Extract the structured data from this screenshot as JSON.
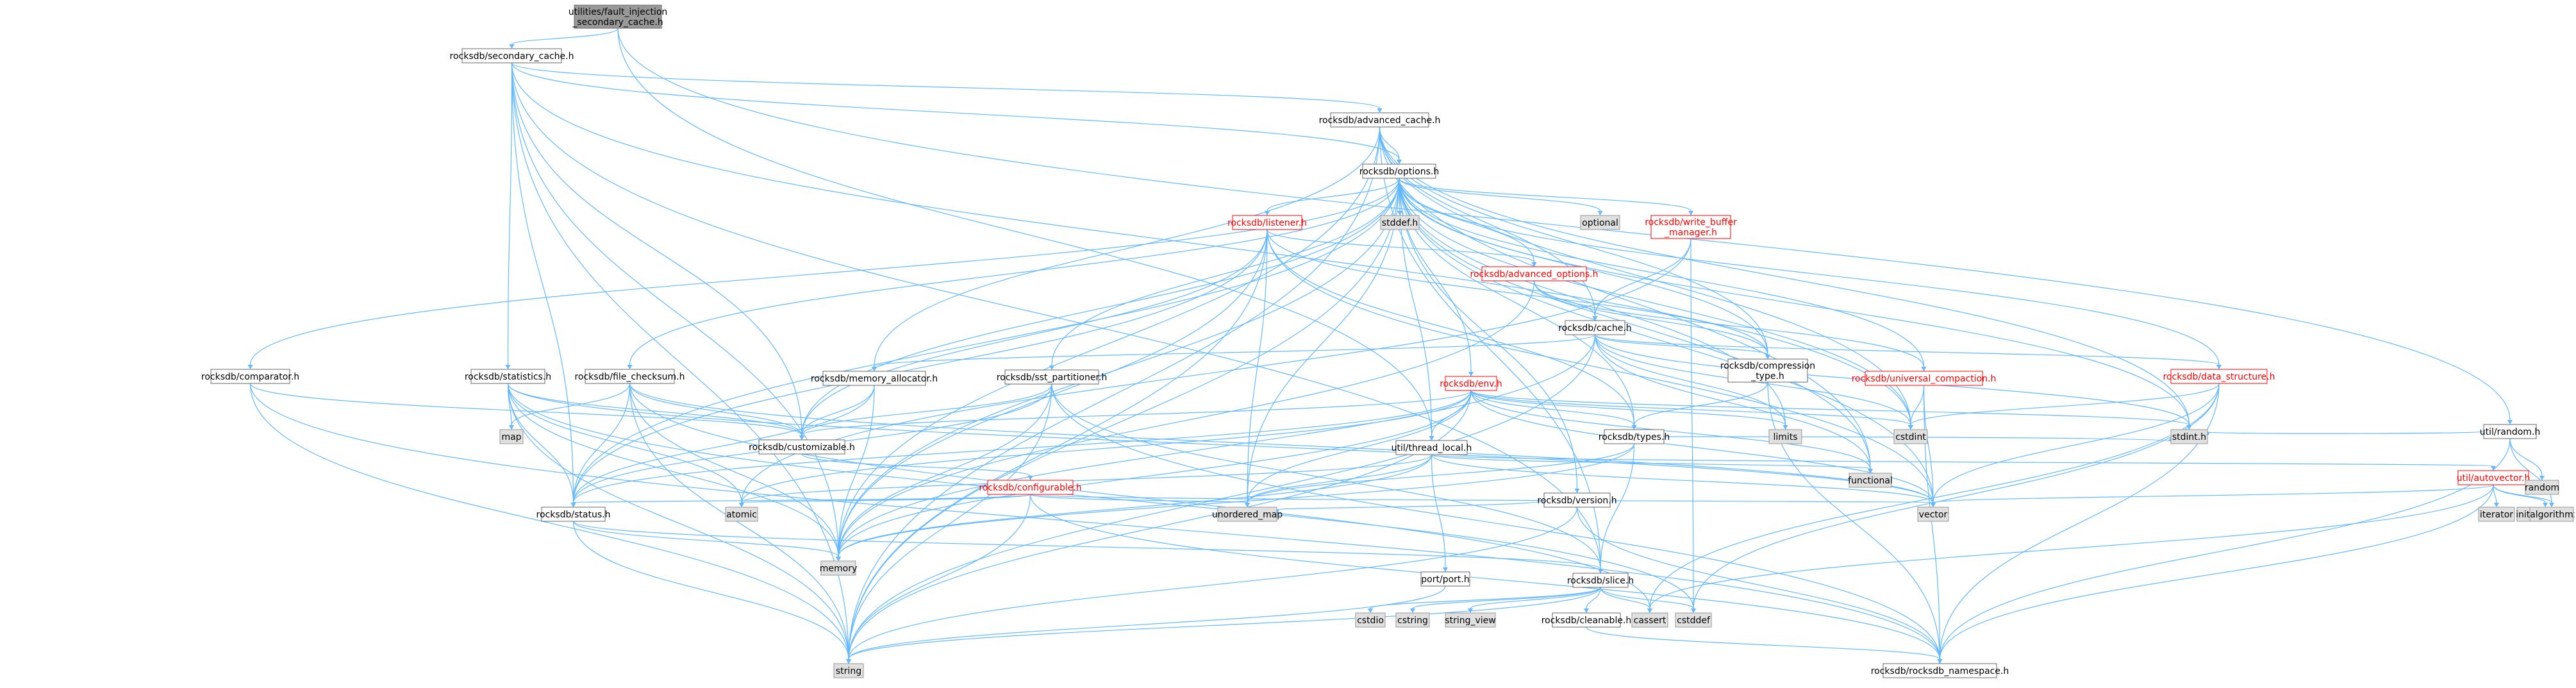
{
  "colors": {
    "edge": "#63b8ff",
    "node_fill": "#ffffff",
    "node_border": "#666666",
    "node_border_incomplete": "#ff0000",
    "node_text_incomplete": "#ff0000",
    "external_fill": "#e0e0e0",
    "external_border": "#999999",
    "root_fill": "#999999",
    "root_border": "#666666",
    "text": "#000000"
  },
  "nodes": [
    {
      "id": "root",
      "lines": [
        "utilities/fault_injection",
        "_secondary_cache.h"
      ],
      "kind": "root",
      "clickable": false
    },
    {
      "id": "secondary_cache",
      "lines": [
        "rocksdb/secondary_cache.h"
      ],
      "kind": "file",
      "clickable": true
    },
    {
      "id": "advanced_cache",
      "lines": [
        "rocksdb/advanced_cache.h"
      ],
      "kind": "file",
      "clickable": true
    },
    {
      "id": "options",
      "lines": [
        "rocksdb/options.h"
      ],
      "kind": "file",
      "clickable": true
    },
    {
      "id": "listener",
      "lines": [
        "rocksdb/listener.h"
      ],
      "kind": "incomplete",
      "clickable": true
    },
    {
      "id": "advanced_options",
      "lines": [
        "rocksdb/advanced_options.h"
      ],
      "kind": "incomplete",
      "clickable": true
    },
    {
      "id": "write_buffer_manager",
      "lines": [
        "rocksdb/write_buffer",
        "_manager.h"
      ],
      "kind": "incomplete",
      "clickable": true
    },
    {
      "id": "cache",
      "lines": [
        "rocksdb/cache.h"
      ],
      "kind": "file",
      "clickable": true
    },
    {
      "id": "env",
      "lines": [
        "rocksdb/env.h"
      ],
      "kind": "incomplete",
      "clickable": true
    },
    {
      "id": "compression_type",
      "lines": [
        "rocksdb/compression",
        "_type.h"
      ],
      "kind": "file",
      "clickable": true
    },
    {
      "id": "universal_compaction",
      "lines": [
        "rocksdb/universal_compaction.h"
      ],
      "kind": "incomplete",
      "clickable": true
    },
    {
      "id": "data_structure",
      "lines": [
        "rocksdb/data_structure.h"
      ],
      "kind": "incomplete",
      "clickable": true
    },
    {
      "id": "comparator",
      "lines": [
        "rocksdb/comparator.h"
      ],
      "kind": "file",
      "clickable": true
    },
    {
      "id": "statistics",
      "lines": [
        "rocksdb/statistics.h"
      ],
      "kind": "file",
      "clickable": true
    },
    {
      "id": "file_checksum",
      "lines": [
        "rocksdb/file_checksum.h"
      ],
      "kind": "file",
      "clickable": true
    },
    {
      "id": "memory_allocator",
      "lines": [
        "rocksdb/memory_allocator.h"
      ],
      "kind": "file",
      "clickable": true
    },
    {
      "id": "sst_partitioner",
      "lines": [
        "rocksdb/sst_partitioner.h"
      ],
      "kind": "file",
      "clickable": true
    },
    {
      "id": "thread_local",
      "lines": [
        "util/thread_local.h"
      ],
      "kind": "file",
      "clickable": true
    },
    {
      "id": "types",
      "lines": [
        "rocksdb/types.h"
      ],
      "kind": "file",
      "clickable": true
    },
    {
      "id": "customizable",
      "lines": [
        "rocksdb/customizable.h"
      ],
      "kind": "file",
      "clickable": true
    },
    {
      "id": "configurable",
      "lines": [
        "rocksdb/configurable.h"
      ],
      "kind": "incomplete",
      "clickable": true
    },
    {
      "id": "version",
      "lines": [
        "rocksdb/version.h"
      ],
      "kind": "file",
      "clickable": true
    },
    {
      "id": "status",
      "lines": [
        "rocksdb/status.h"
      ],
      "kind": "file",
      "clickable": true
    },
    {
      "id": "slice",
      "lines": [
        "rocksdb/slice.h"
      ],
      "kind": "file",
      "clickable": true
    },
    {
      "id": "port",
      "lines": [
        "port/port.h"
      ],
      "kind": "file",
      "clickable": true
    },
    {
      "id": "cleanable",
      "lines": [
        "rocksdb/cleanable.h"
      ],
      "kind": "file",
      "clickable": true
    },
    {
      "id": "rocksdb_namespace",
      "lines": [
        "rocksdb/rocksdb_namespace.h"
      ],
      "kind": "file",
      "clickable": true
    },
    {
      "id": "random",
      "lines": [
        "util/random.h"
      ],
      "kind": "file",
      "clickable": true
    },
    {
      "id": "autovector",
      "lines": [
        "util/autovector.h"
      ],
      "kind": "incomplete",
      "clickable": true
    },
    {
      "id": "stddef_h",
      "lines": [
        "stddef.h"
      ],
      "kind": "external",
      "clickable": false
    },
    {
      "id": "optional",
      "lines": [
        "optional"
      ],
      "kind": "external",
      "clickable": false
    },
    {
      "id": "map",
      "lines": [
        "map"
      ],
      "kind": "external",
      "clickable": false
    },
    {
      "id": "limits",
      "lines": [
        "limits"
      ],
      "kind": "external",
      "clickable": false
    },
    {
      "id": "cstdint",
      "lines": [
        "cstdint"
      ],
      "kind": "external",
      "clickable": false
    },
    {
      "id": "stdint_h",
      "lines": [
        "stdint.h"
      ],
      "kind": "external",
      "clickable": false
    },
    {
      "id": "functional",
      "lines": [
        "functional"
      ],
      "kind": "external",
      "clickable": false
    },
    {
      "id": "atomic",
      "lines": [
        "atomic"
      ],
      "kind": "external",
      "clickable": false
    },
    {
      "id": "unordered_map",
      "lines": [
        "unordered_map"
      ],
      "kind": "external",
      "clickable": false
    },
    {
      "id": "vector",
      "lines": [
        "vector"
      ],
      "kind": "external",
      "clickable": false
    },
    {
      "id": "memory",
      "lines": [
        "memory"
      ],
      "kind": "external",
      "clickable": false
    },
    {
      "id": "string",
      "lines": [
        "string"
      ],
      "kind": "external",
      "clickable": false
    },
    {
      "id": "cstdio",
      "lines": [
        "cstdio"
      ],
      "kind": "external",
      "clickable": false
    },
    {
      "id": "cstring",
      "lines": [
        "cstring"
      ],
      "kind": "external",
      "clickable": false
    },
    {
      "id": "string_view",
      "lines": [
        "string_view"
      ],
      "kind": "external",
      "clickable": false
    },
    {
      "id": "cassert",
      "lines": [
        "cassert"
      ],
      "kind": "external",
      "clickable": false
    },
    {
      "id": "cstddef",
      "lines": [
        "cstddef"
      ],
      "kind": "external",
      "clickable": false
    },
    {
      "id": "random_std",
      "lines": [
        "random"
      ],
      "kind": "external",
      "clickable": false
    },
    {
      "id": "iterator",
      "lines": [
        "iterator"
      ],
      "kind": "external",
      "clickable": false
    },
    {
      "id": "initializer_list",
      "lines": [
        "initializer_list"
      ],
      "kind": "external",
      "clickable": false
    },
    {
      "id": "algorithm",
      "lines": [
        "algorithm"
      ],
      "kind": "external",
      "clickable": false
    }
  ],
  "edges": [
    [
      "root",
      "secondary_cache"
    ],
    [
      "root",
      "thread_local"
    ],
    [
      "root",
      "random"
    ],
    [
      "secondary_cache",
      "advanced_cache"
    ],
    [
      "secondary_cache",
      "options"
    ],
    [
      "secondary_cache",
      "statistics"
    ],
    [
      "secondary_cache",
      "customizable"
    ],
    [
      "secondary_cache",
      "slice"
    ],
    [
      "secondary_cache",
      "status"
    ],
    [
      "secondary_cache",
      "memory"
    ],
    [
      "secondary_cache",
      "string"
    ],
    [
      "secondary_cache",
      "cstdint"
    ],
    [
      "advanced_cache",
      "options"
    ],
    [
      "advanced_cache",
      "cache"
    ],
    [
      "advanced_cache",
      "memory_allocator"
    ],
    [
      "advanced_cache",
      "compression_type"
    ],
    [
      "advanced_cache",
      "slice"
    ],
    [
      "advanced_cache",
      "memory"
    ],
    [
      "advanced_cache",
      "string"
    ],
    [
      "advanced_cache",
      "cstdint"
    ],
    [
      "advanced_cache",
      "functional"
    ],
    [
      "advanced_cache",
      "stdint_h"
    ],
    [
      "options",
      "listener"
    ],
    [
      "options",
      "advanced_options"
    ],
    [
      "options",
      "comparator"
    ],
    [
      "options",
      "compression_type"
    ],
    [
      "options",
      "customizable"
    ],
    [
      "options",
      "data_structure"
    ],
    [
      "options",
      "env"
    ],
    [
      "options",
      "file_checksum"
    ],
    [
      "options",
      "sst_partitioner"
    ],
    [
      "options",
      "types"
    ],
    [
      "options",
      "universal_compaction"
    ],
    [
      "options",
      "version"
    ],
    [
      "options",
      "write_buffer_manager"
    ],
    [
      "options",
      "stddef_h"
    ],
    [
      "options",
      "optional"
    ],
    [
      "options",
      "limits"
    ],
    [
      "options",
      "memory"
    ],
    [
      "options",
      "string"
    ],
    [
      "options",
      "unordered_map"
    ],
    [
      "options",
      "vector"
    ],
    [
      "options",
      "stdint_h"
    ],
    [
      "options",
      "cstdint"
    ],
    [
      "options",
      "functional"
    ],
    [
      "options",
      "status"
    ],
    [
      "options",
      "thread_local"
    ],
    [
      "listener",
      "advanced_options"
    ],
    [
      "listener",
      "compression_type"
    ],
    [
      "listener",
      "customizable"
    ],
    [
      "listener",
      "status"
    ],
    [
      "listener",
      "types"
    ],
    [
      "listener",
      "memory"
    ],
    [
      "listener",
      "string"
    ],
    [
      "listener",
      "unordered_map"
    ],
    [
      "listener",
      "vector"
    ],
    [
      "advanced_options",
      "cache"
    ],
    [
      "advanced_options",
      "compression_type"
    ],
    [
      "advanced_options",
      "memory"
    ],
    [
      "advanced_options",
      "universal_compaction"
    ],
    [
      "write_buffer_manager",
      "cache"
    ],
    [
      "write_buffer_manager",
      "atomic"
    ],
    [
      "write_buffer_manager",
      "cstddef"
    ],
    [
      "cache",
      "compression_type"
    ],
    [
      "cache",
      "data_structure"
    ],
    [
      "cache",
      "memory_allocator"
    ],
    [
      "cache",
      "memory"
    ],
    [
      "cache",
      "string"
    ],
    [
      "cache",
      "cstdint"
    ],
    [
      "cache",
      "functional"
    ],
    [
      "cache",
      "limits"
    ],
    [
      "cache",
      "stdint_h"
    ],
    [
      "env",
      "customizable"
    ],
    [
      "env",
      "functional"
    ],
    [
      "env",
      "limits"
    ],
    [
      "env",
      "memory"
    ],
    [
      "env",
      "string"
    ],
    [
      "env",
      "vector"
    ],
    [
      "env",
      "stdint_h"
    ],
    [
      "env",
      "cstdint"
    ],
    [
      "env",
      "status"
    ],
    [
      "env",
      "types"
    ],
    [
      "env",
      "thread_local"
    ],
    [
      "env",
      "atomic"
    ],
    [
      "env",
      "unordered_map"
    ],
    [
      "compression_type",
      "types"
    ],
    [
      "compression_type",
      "rocksdb_namespace"
    ],
    [
      "universal_compaction",
      "cstdint"
    ],
    [
      "universal_compaction",
      "vector"
    ],
    [
      "universal_compaction",
      "rocksdb_namespace"
    ],
    [
      "data_structure",
      "cstdint"
    ],
    [
      "data_structure",
      "cstddef"
    ],
    [
      "data_structure",
      "vector"
    ],
    [
      "data_structure",
      "rocksdb_namespace"
    ],
    [
      "data_structure",
      "cassert"
    ],
    [
      "comparator",
      "customizable"
    ],
    [
      "comparator",
      "rocksdb_namespace"
    ],
    [
      "comparator",
      "string"
    ],
    [
      "statistics",
      "map"
    ],
    [
      "statistics",
      "memory"
    ],
    [
      "statistics",
      "string"
    ],
    [
      "statistics",
      "vector"
    ],
    [
      "statistics",
      "customizable"
    ],
    [
      "statistics",
      "status"
    ],
    [
      "statistics",
      "atomic"
    ],
    [
      "statistics",
      "cstddef"
    ],
    [
      "file_checksum",
      "map"
    ],
    [
      "file_checksum",
      "memory"
    ],
    [
      "file_checksum",
      "string"
    ],
    [
      "file_checksum",
      "vector"
    ],
    [
      "file_checksum",
      "customizable"
    ],
    [
      "file_checksum",
      "status"
    ],
    [
      "file_checksum",
      "cassert"
    ],
    [
      "memory_allocator",
      "customizable"
    ],
    [
      "memory_allocator",
      "memory"
    ],
    [
      "memory_allocator",
      "status"
    ],
    [
      "sst_partitioner",
      "customizable"
    ],
    [
      "sst_partitioner",
      "memory"
    ],
    [
      "sst_partitioner",
      "string"
    ],
    [
      "sst_partitioner",
      "rocksdb_namespace"
    ],
    [
      "sst_partitioner",
      "slice"
    ],
    [
      "sst_partitioner",
      "status"
    ],
    [
      "thread_local",
      "port"
    ],
    [
      "thread_local",
      "autovector"
    ],
    [
      "thread_local",
      "atomic"
    ],
    [
      "thread_local",
      "functional"
    ],
    [
      "thread_local",
      "memory"
    ],
    [
      "thread_local",
      "unordered_map"
    ],
    [
      "thread_local",
      "vector"
    ],
    [
      "types",
      "stdint_h"
    ],
    [
      "types",
      "memory"
    ],
    [
      "types",
      "unordered_map"
    ],
    [
      "types",
      "slice"
    ],
    [
      "customizable",
      "configurable"
    ],
    [
      "configurable",
      "atomic"
    ],
    [
      "configurable",
      "string"
    ],
    [
      "configurable",
      "unordered_map"
    ],
    [
      "configurable",
      "vector"
    ],
    [
      "configurable",
      "status"
    ],
    [
      "configurable",
      "rocksdb_namespace"
    ],
    [
      "version",
      "string"
    ],
    [
      "version",
      "unordered_map"
    ],
    [
      "version",
      "rocksdb_namespace"
    ],
    [
      "status",
      "memory"
    ],
    [
      "status",
      "string"
    ],
    [
      "status",
      "slice"
    ],
    [
      "slice",
      "cassert"
    ],
    [
      "slice",
      "cstddef"
    ],
    [
      "slice",
      "cstdio"
    ],
    [
      "slice",
      "cstring"
    ],
    [
      "slice",
      "string"
    ],
    [
      "slice",
      "string_view"
    ],
    [
      "slice",
      "cleanable"
    ],
    [
      "port",
      "string"
    ],
    [
      "cleanable",
      "rocksdb_namespace"
    ],
    [
      "random",
      "algorithm"
    ],
    [
      "random",
      "random_std"
    ],
    [
      "random",
      "stdint_h"
    ],
    [
      "random",
      "rocksdb_namespace"
    ],
    [
      "autovector",
      "algorithm"
    ],
    [
      "autovector",
      "cassert"
    ],
    [
      "autovector",
      "initializer_list"
    ],
    [
      "autovector",
      "iterator"
    ],
    [
      "autovector",
      "stdexcept"
    ],
    [
      "autovector",
      "vector"
    ],
    [
      "autovector",
      "rocksdb_namespace"
    ]
  ]
}
